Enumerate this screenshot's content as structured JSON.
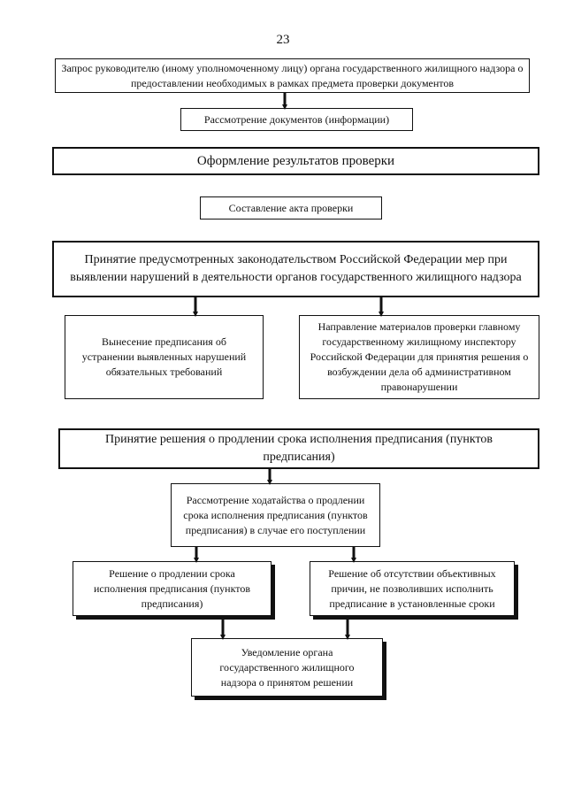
{
  "page_number": "23",
  "boxes": {
    "request": "Запрос руководителю (иному уполномоченному лицу) органа государственного жилищного надзора о предоставлении необходимых в рамках предмета проверки документов",
    "review_docs": "Рассмотрение документов (информации)",
    "results": "Оформление результатов проверки",
    "act": "Составление акта проверки",
    "measures": "Принятие предусмотренных законодательством Российской Федерации мер при выявлении нарушений в деятельности органов государственного жилищного надзора",
    "prescription": "Вынесение предписания об устранении выявленных нарушений обязательных требований",
    "materials": "Направление материалов проверки главному государственному жилищному инспектору Российской Федерации для принятия решения о возбуждении дела об административном правонарушении",
    "extension": "Принятие решения о продлении срока исполнения предписания (пунктов предписания)",
    "petition": "Рассмотрение ходатайства о продлении срока исполнения предписания (пунктов предписания) в случае его поступлении",
    "decision_extend": "Решение о продлении срока исполнения предписания (пунктов предписания)",
    "decision_absence": "Решение об отсутствии объективных причин, не позволивших исполнить предписание в установленные сроки",
    "notify": "Уведомление органа государственного жилищного надзора о принятом решении"
  }
}
